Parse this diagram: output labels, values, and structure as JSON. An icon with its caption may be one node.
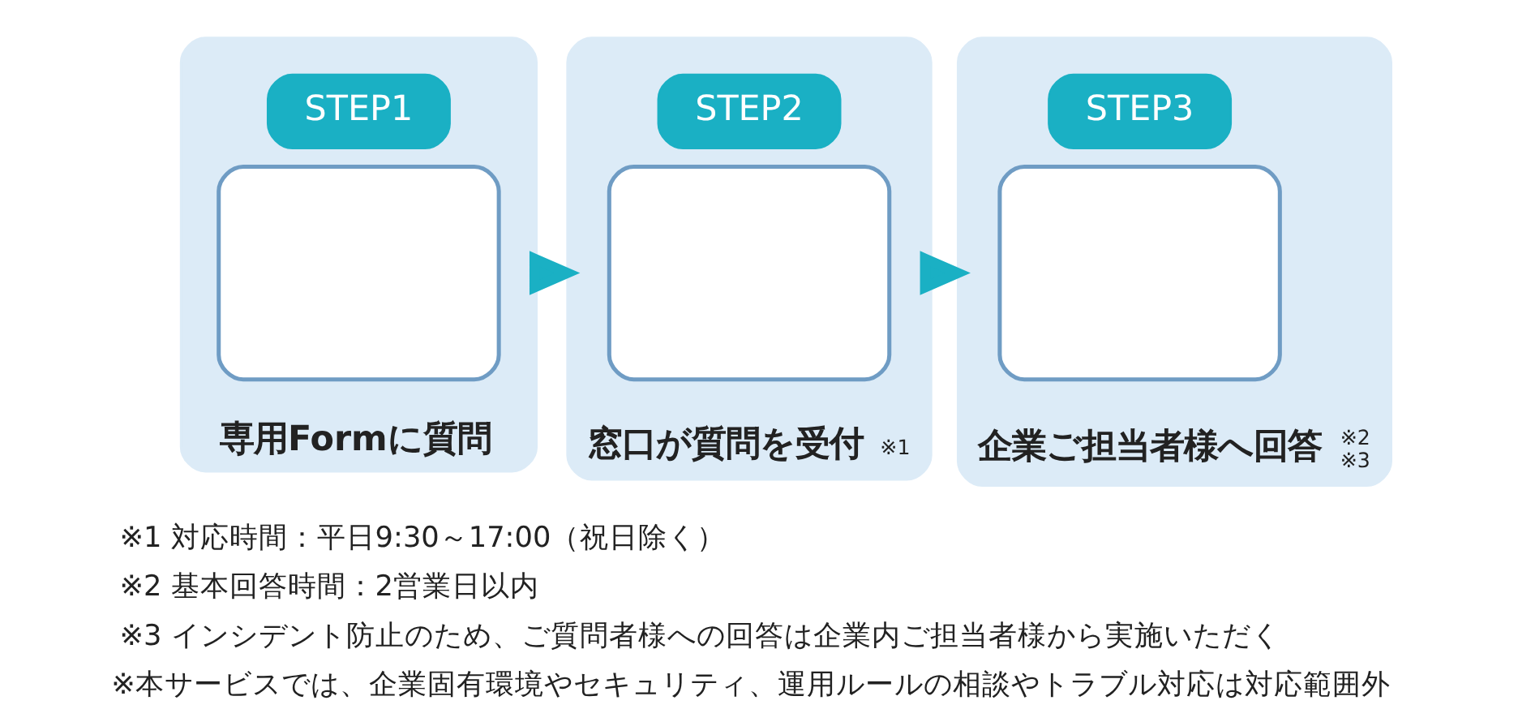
{
  "diagram": {
    "nodes": [
      {
        "text": [
          "専用Formに質問"
        ]
      },
      {
        "text": [
          "STEP1"
        ],
        "in": 0
      },
      {
        "text": [],
        "shape": "box",
        "in": 0
      },
      {
        "text": [
          "窓口が質問を受付"
        ],
        "beside": [
          "※1"
        ]
      },
      {
        "text": [
          "STEP2"
        ],
        "in": 3
      },
      {
        "text": [],
        "shape": "box",
        "in": 3
      },
      {
        "text": [
          "企業ご担当者様へ回答"
        ],
        "beside": [
          "※2",
          "※3"
        ]
      },
      {
        "text": [
          "STEP3"
        ],
        "in": 6
      },
      {
        "text": [],
        "shape": "box",
        "in": 6
      }
    ],
    "edges": [
      {
        "from": 0,
        "to": 3,
        "arrow": "to"
      },
      {
        "from": 3,
        "to": 6,
        "arrow": "to"
      }
    ],
    "labels": [
      "※1 対応時間：平日9:30～17:00（祝日除く）",
      "※2 基本回答時間：2営業日以内",
      "※3 インシデント防止のため、ご質問者様への回答は企業内ご担当者様から実施いただく",
      "※本サービスでは、企業固有環境やセキュリティ、運用ルールの相談やトラブル対応は対応範囲外"
    ]
  }
}
